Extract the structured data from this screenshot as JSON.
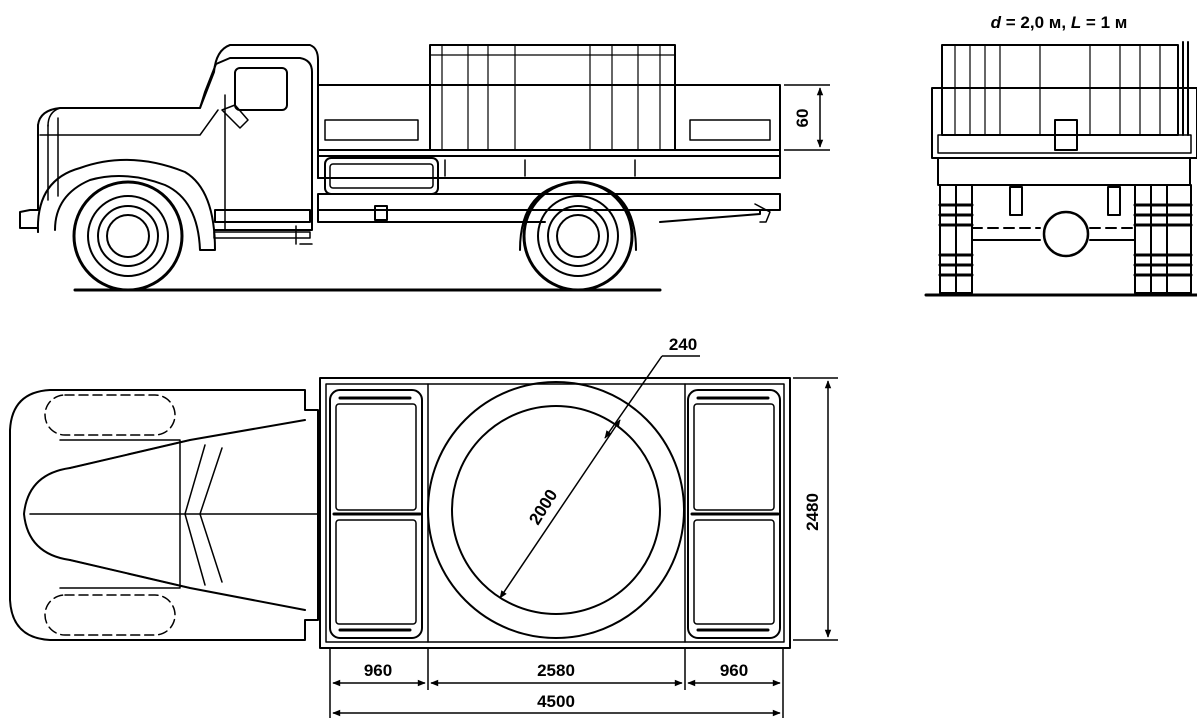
{
  "header": {
    "d_symbol": "d",
    "d_value": " = 2,0 м, ",
    "l_symbol": "L",
    "l_value": " = 1 м"
  },
  "dimensions": {
    "platform_side_height": "60",
    "tube_wall": "240",
    "tube_diameter": "2000",
    "platform_width": "2480",
    "left_support": "960",
    "center_span": "2580",
    "right_support": "960",
    "platform_length": "4500"
  }
}
